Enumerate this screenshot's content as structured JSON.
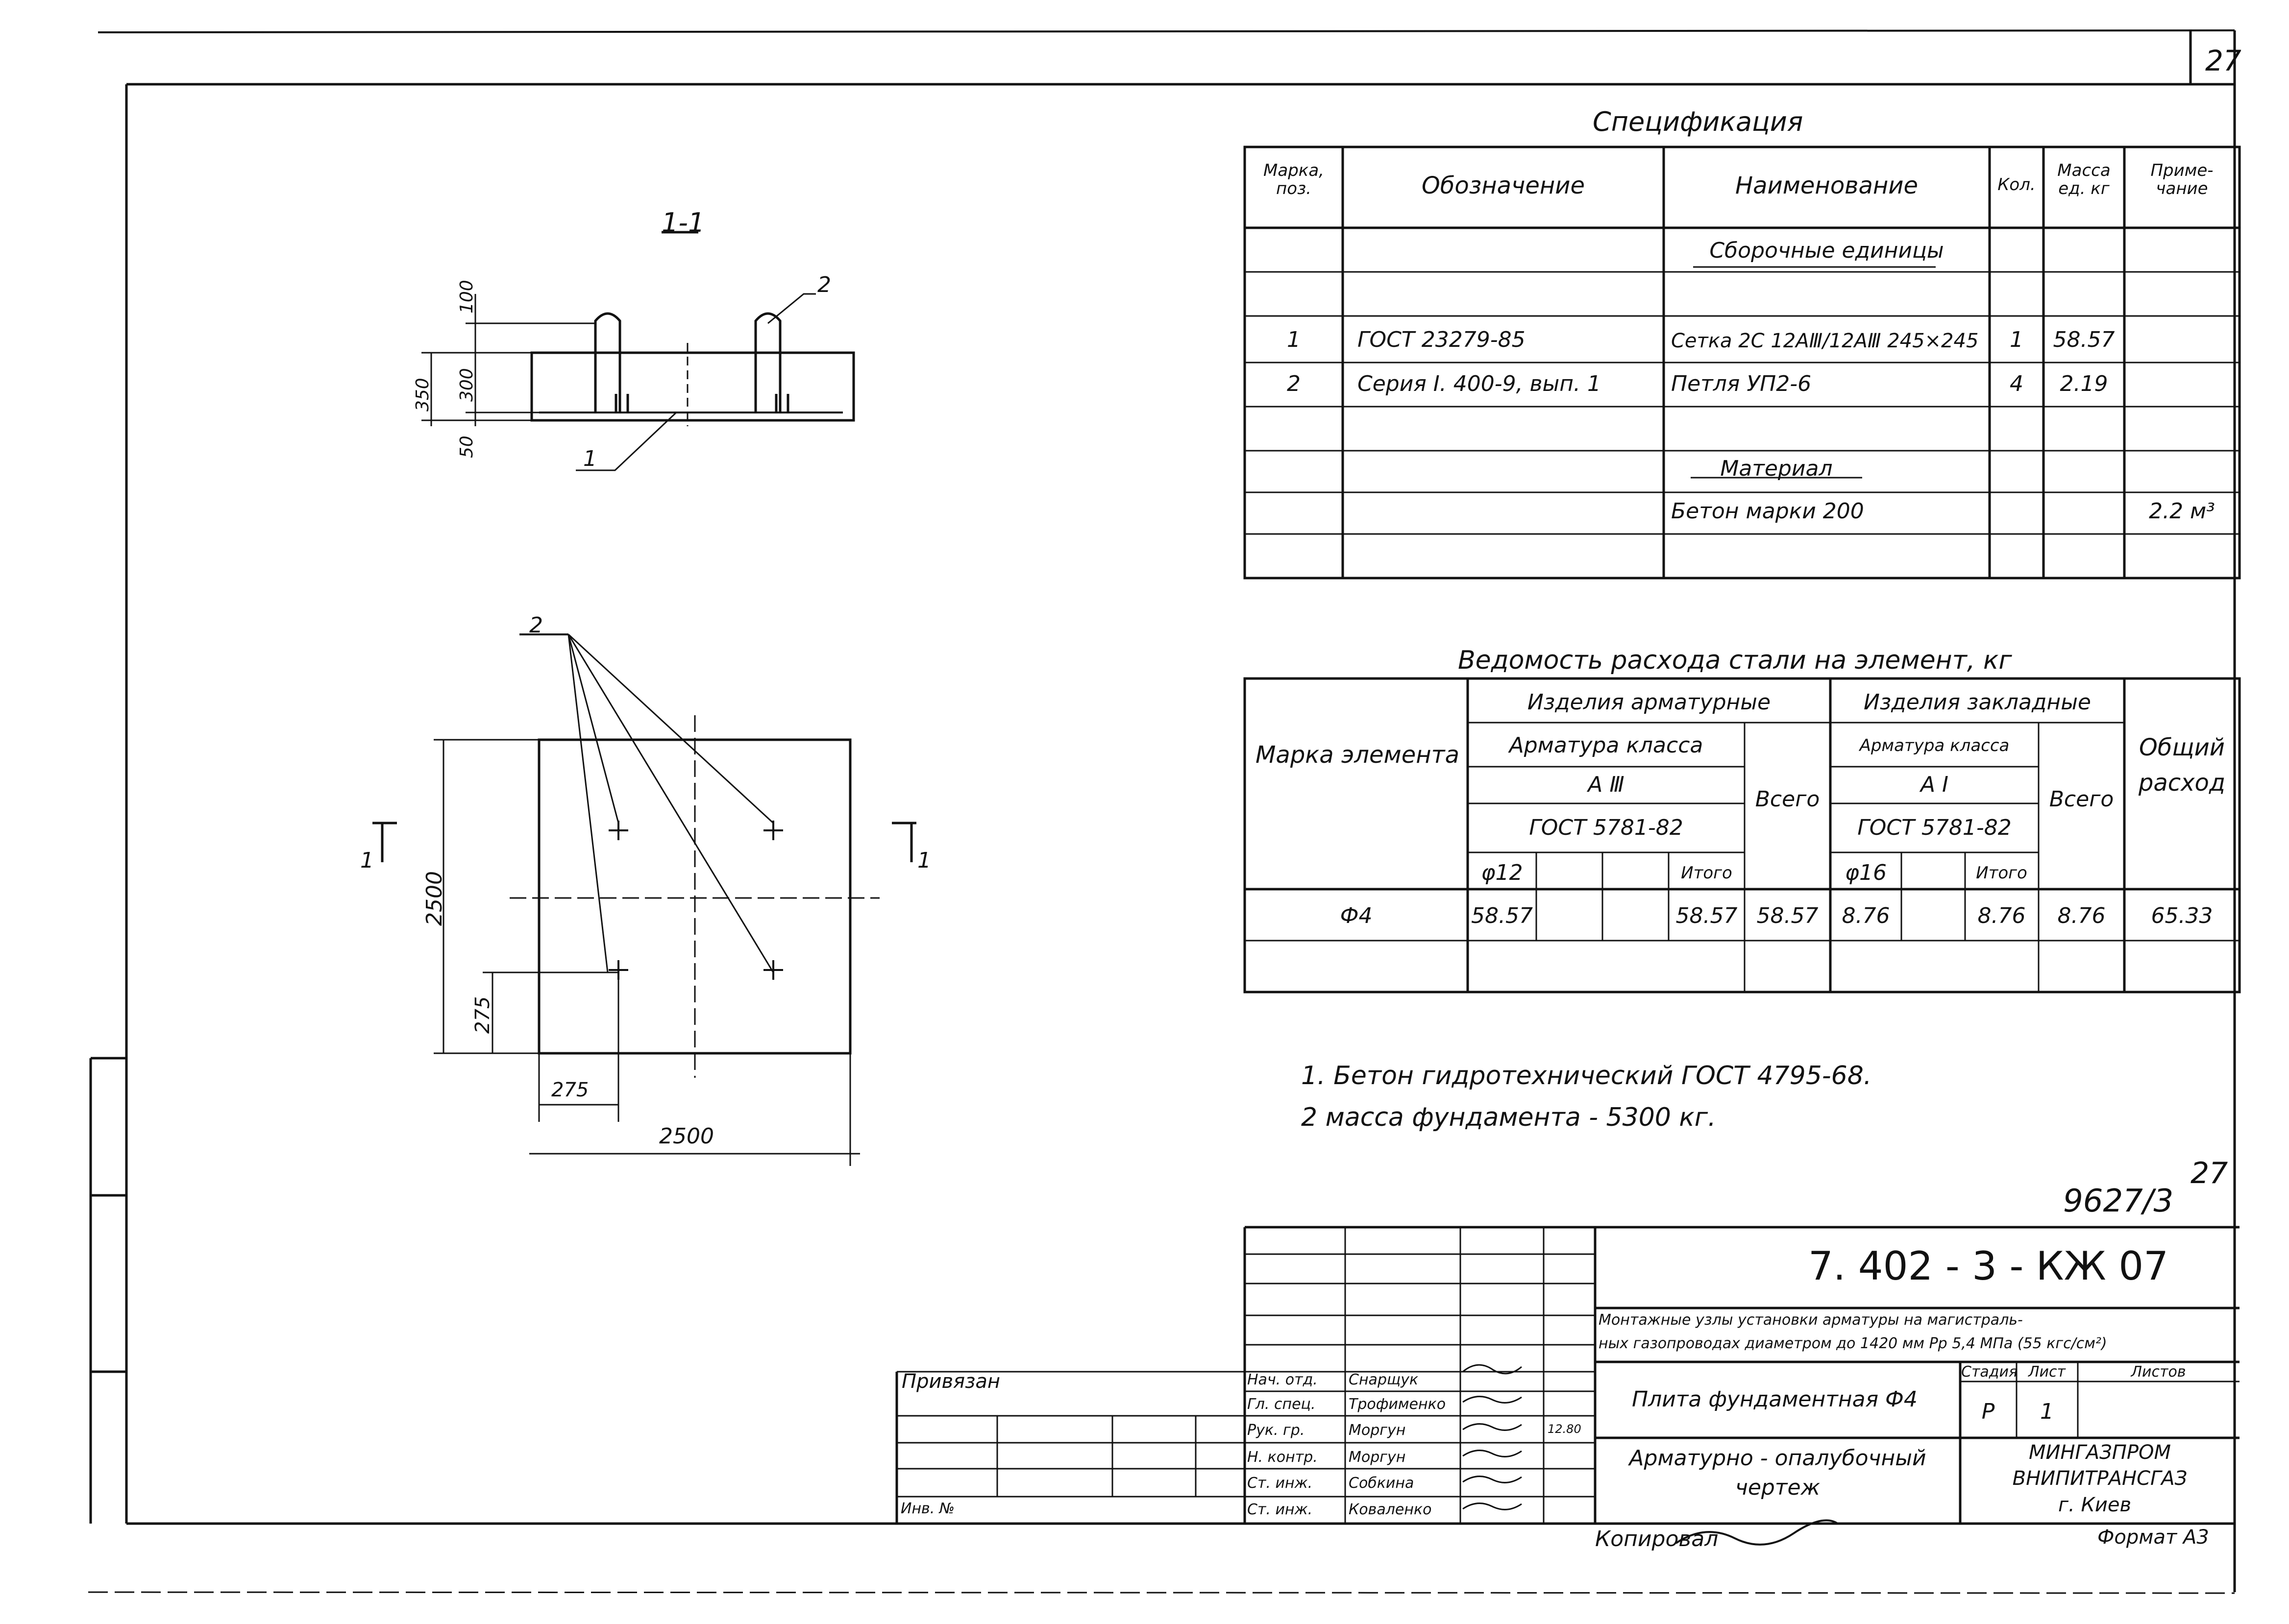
{
  "sheet_number": "27",
  "section": {
    "title": "1-1",
    "dims": [
      "100",
      "350",
      "300",
      "50"
    ],
    "callouts": [
      "1",
      "2"
    ]
  },
  "plan": {
    "dims": [
      "2500",
      "275",
      "275",
      "2500"
    ],
    "cut_marks": [
      "1",
      "1"
    ],
    "callout": "2"
  },
  "spec": {
    "title": "Спецификация",
    "headers": [
      "Марка, поз.",
      "Обозначение",
      "Наименование",
      "Кол.",
      "Масса ед. кг",
      "Приме-чание"
    ],
    "section_assembly": "Сборочные единицы",
    "rows": [
      {
        "pos": "1",
        "code": "ГОСТ 23279-85",
        "name": "Сетка 2С 12АⅢ/12АⅢ 245×245",
        "qty": "1",
        "mass": "58.57",
        "note": ""
      },
      {
        "pos": "2",
        "code": "Серия I. 400-9, вып. 1",
        "name": "Петля УП2-6",
        "qty": "4",
        "mass": "2.19",
        "note": ""
      }
    ],
    "section_material": "Материал",
    "material_row": {
      "name": "Бетон марки 200",
      "note": "2.2 м³"
    }
  },
  "steel": {
    "title": "Ведомость расхода стали на элемент, кг",
    "col_mark": "Марка элемента",
    "group1": "Изделия арматурные",
    "group2": "Изделия закладные",
    "armclass1": "Арматура класса",
    "armclass2": "Арматура класса",
    "class1": "А Ⅲ",
    "class2": "А I",
    "gost1": "ГОСТ 5781-82",
    "gost2": "ГОСТ 5781-82",
    "total_label1": "Всего",
    "total_label2": "Всего",
    "overall_label": "Общий расход",
    "sub1": [
      "φ12",
      "",
      "",
      "Итого"
    ],
    "sub2": [
      "φ16",
      "",
      "Итого"
    ],
    "row": {
      "mark": "Ф4",
      "a1": "58.57",
      "a2": "",
      "a3": "",
      "a_itogo": "58.57",
      "a_total": "58.57",
      "b1": "8.76",
      "b2": "",
      "b_itogo": "8.76",
      "b_total": "8.76",
      "overall": "65.33"
    }
  },
  "notes": [
    "1.  Бетон   гидротехнический  ГОСТ 4795-68.",
    "2   масса   фундамента  - 5300 кг."
  ],
  "stamp": {
    "corner_num": "27",
    "archive_no": "9627/3",
    "doc_code": "7. 402 - 3 - КЖ 07",
    "project_line1": "Монтажные узлы установки арматуры на магистраль-",
    "project_line2": "ных газопроводах диаметром до 1420 мм Рр 5,4 МПа (55 кгс/см²)",
    "sheet_title": "Плита фундаментная Ф4",
    "drawing_type_1": "Арматурно - опалубочный",
    "drawing_type_2": "чертеж",
    "col_stage": "Стадия",
    "col_sheet": "Лист",
    "col_sheets": "Листов",
    "stage": "Р",
    "sheet": "1",
    "sheets": "",
    "org_1": "МИНГАЗПРОМ",
    "org_2": "ВНИПИТРАНСГАЗ",
    "org_3": "г. Киев",
    "roles": [
      "Нач. отд.",
      "Гл. спец.",
      "Рук. гр.",
      "Н. контр.",
      "Ст. инж.",
      "Ст. инж."
    ],
    "names": [
      "Снарщук",
      "Трофименко",
      "Моргун",
      "Моргун",
      "Собкина",
      "Коваленко"
    ],
    "date": "12.80",
    "binding": "Привязан",
    "inv": "Инв. №",
    "copied_label": "Копировал",
    "format": "Формат А3"
  }
}
